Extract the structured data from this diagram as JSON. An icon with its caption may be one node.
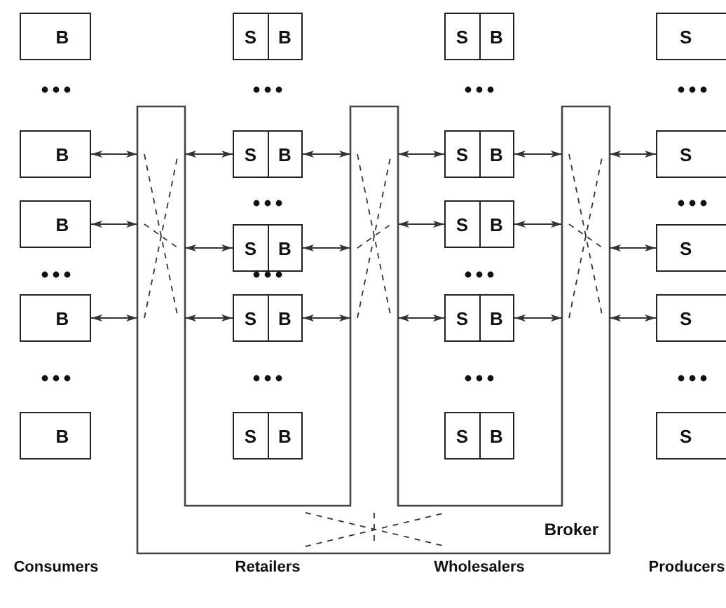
{
  "diagram": {
    "nodes": [
      {
        "text": [
          "B"
        ]
      },
      {
        "text": [
          "B"
        ]
      },
      {
        "text": [
          "B"
        ]
      },
      {
        "text": [
          "B"
        ]
      },
      {
        "text": [
          "B"
        ]
      },
      {
        "text": [
          "S",
          "B"
        ]
      },
      {
        "text": [
          "S",
          "B"
        ]
      },
      {
        "text": [
          "S",
          "B"
        ]
      },
      {
        "text": [
          "S",
          "B"
        ]
      },
      {
        "text": [
          "S",
          "B"
        ]
      },
      {
        "text": [
          "S",
          "B"
        ]
      },
      {
        "text": [
          "S",
          "B"
        ]
      },
      {
        "text": [
          "S",
          "B"
        ]
      },
      {
        "text": [
          "S",
          "B"
        ]
      },
      {
        "text": [
          "S",
          "B"
        ]
      },
      {
        "text": [
          "S"
        ]
      },
      {
        "text": [
          "S"
        ]
      },
      {
        "text": [
          "S"
        ]
      },
      {
        "text": [
          "S"
        ]
      },
      {
        "text": [
          "S"
        ]
      },
      {
        "text": [
          "Broker"
        ]
      }
    ],
    "edges": [
      {
        "from": 1,
        "to": 20,
        "arrow": "both"
      },
      {
        "from": 2,
        "to": 20,
        "arrow": "both"
      },
      {
        "from": 3,
        "to": 20,
        "arrow": "both"
      },
      {
        "from": 6,
        "to": 20,
        "arrow": "both"
      },
      {
        "from": 6,
        "to": 20,
        "arrow": "both"
      },
      {
        "from": 7,
        "to": 20,
        "arrow": "both"
      },
      {
        "from": 7,
        "to": 20,
        "arrow": "both"
      },
      {
        "from": 8,
        "to": 20,
        "arrow": "both"
      },
      {
        "from": 8,
        "to": 20,
        "arrow": "both"
      },
      {
        "from": 11,
        "to": 20,
        "arrow": "both"
      },
      {
        "from": 11,
        "to": 20,
        "arrow": "both"
      },
      {
        "from": 12,
        "to": 20,
        "arrow": "both"
      },
      {
        "from": 12,
        "to": 20,
        "arrow": "both"
      },
      {
        "from": 13,
        "to": 20,
        "arrow": "both"
      },
      {
        "from": 13,
        "to": 20,
        "arrow": "both"
      },
      {
        "from": 16,
        "to": 20,
        "arrow": "both"
      },
      {
        "from": 17,
        "to": 20,
        "arrow": "both"
      },
      {
        "from": 18,
        "to": 20,
        "arrow": "both"
      }
    ],
    "labels": [
      "Consumers",
      "Retailers",
      "Wholesalers",
      "Producers"
    ]
  }
}
